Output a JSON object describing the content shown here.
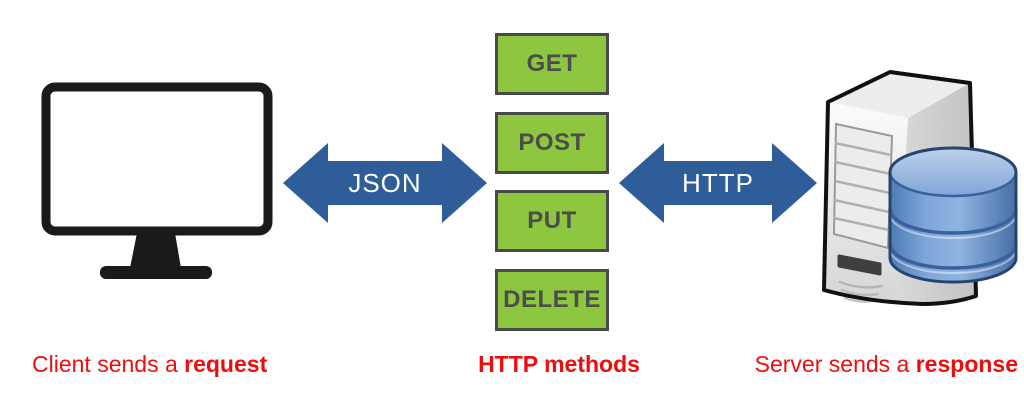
{
  "diagram_title": "Client - HTTP methods - Server diagram",
  "client": {
    "icon": "monitor-icon",
    "caption_prefix": "Client sends a ",
    "caption_bold": "request"
  },
  "arrows": {
    "color": "#2e5d99",
    "text_color": "#ffffff",
    "json": {
      "label": "JSON"
    },
    "http": {
      "label": "HTTP"
    }
  },
  "methods": {
    "caption": "HTTP methods",
    "items": [
      "GET",
      "POST",
      "PUT",
      "DELETE"
    ],
    "box_fill": "#8dc63f",
    "box_border": "#4a4a4a",
    "box_text_color": "#4d4d4d"
  },
  "server": {
    "icon": "server-database-icon",
    "caption_prefix": "Server sends a ",
    "caption_bold": "response"
  },
  "caption_color": "#ee0d0d"
}
